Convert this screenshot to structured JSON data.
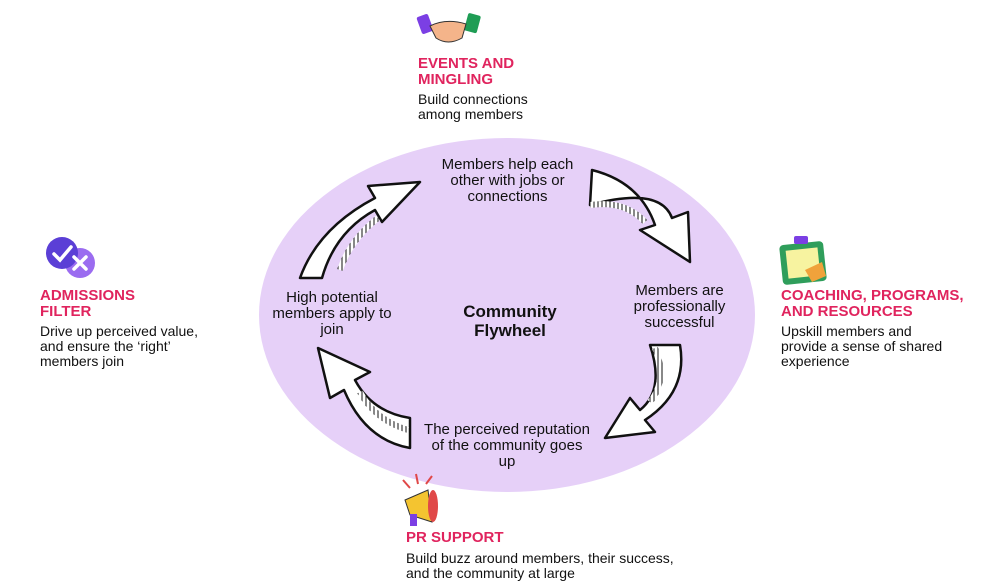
{
  "center": {
    "title": "Community Flywheel"
  },
  "flywheel": {
    "top": "Members help each other with jobs or connections",
    "right": "Members are professionally successful",
    "bottom": "The perceived reputation of the community goes up",
    "left": "High potential members apply to join"
  },
  "levers": {
    "events": {
      "icon": "handshake-icon",
      "title": "EVENTS AND MINGLING",
      "desc": "Build connections among members"
    },
    "coaching": {
      "icon": "clipboard-icon",
      "title": "COACHING, PROGRAMS, AND RESOURCES",
      "desc": "Upskill members and provide a sense of shared experience"
    },
    "pr": {
      "icon": "megaphone-icon",
      "title": "PR SUPPORT",
      "desc": "Build buzz around members, their success, and the community at large"
    },
    "admissions": {
      "icon": "check-cross-badges-icon",
      "title": "ADMISSIONS FILTER",
      "desc": "Drive up perceived value, and ensure the ‘right’ members join"
    }
  },
  "colors": {
    "ellipse": "#e6d0f8",
    "accent": "#e0245e",
    "arrow_stroke": "#111111"
  }
}
